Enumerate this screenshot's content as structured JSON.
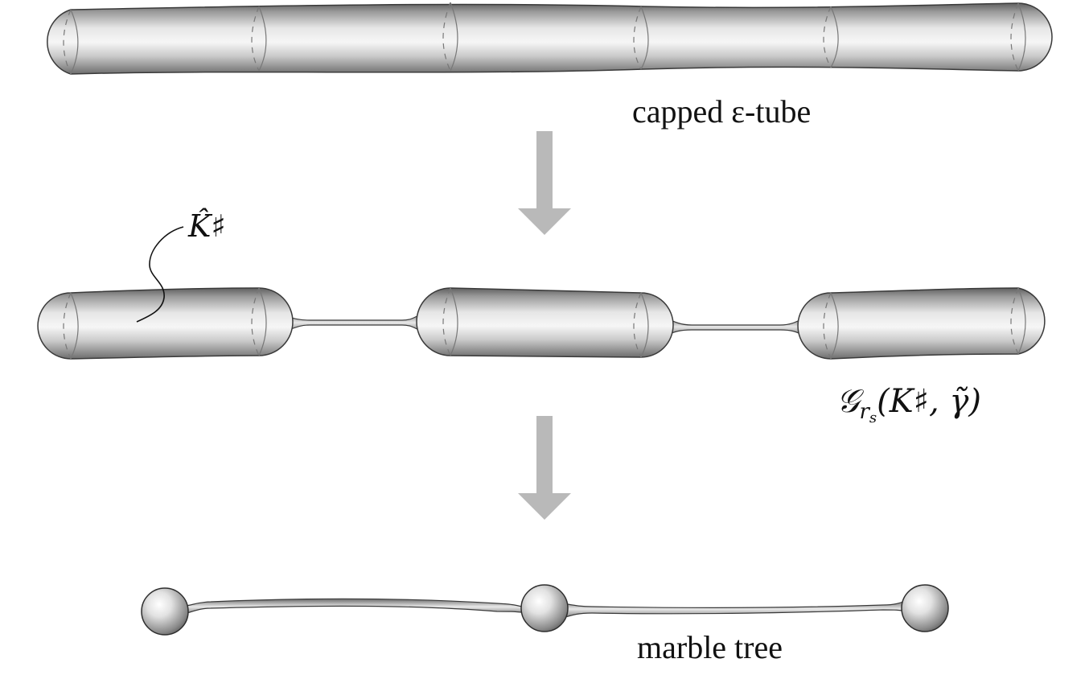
{
  "stages": [
    {
      "label": "capped ε-tube",
      "segments": 1,
      "cuts": 6
    },
    {
      "label_prefix": "𝒢",
      "label_sub": "r",
      "label_subsub": "s",
      "label_args": "(K♯, γ̃)",
      "segments": 3
    },
    {
      "label": "marble tree",
      "marbles": 3
    }
  ],
  "callout": {
    "text": "K̂♯"
  },
  "colors": {
    "arrow": "#b9b9b9",
    "outline": "#3a3a3a",
    "tube_light": "#f4f4f4",
    "tube_dark": "#7a7a7a"
  }
}
